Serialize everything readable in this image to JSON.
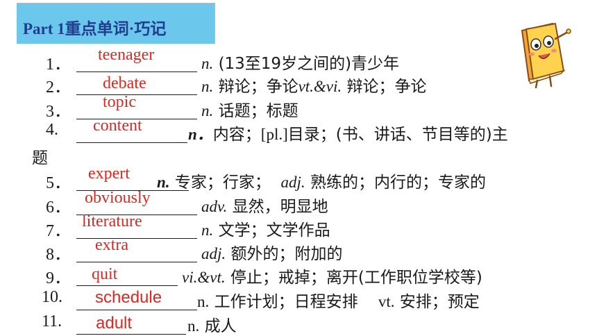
{
  "header": {
    "title": "Part 1重点单词·巧记",
    "bg_color": "#6cc7ec",
    "title_color": "#1f3d8f"
  },
  "mascot": {
    "icon": "book-mascot-icon"
  },
  "answer_color": "#e0261e",
  "items": [
    {
      "num": "1．",
      "answer": "teenager",
      "pos": "n.",
      "meaning": "(13至19岁之间的)青少年"
    },
    {
      "num": "2．",
      "answer": "debate",
      "pos": "n.",
      "meaning": "辩论；争论",
      "pos2": "vt.&vi.",
      "meaning2": "辩论；争论"
    },
    {
      "num": "3．",
      "answer": "topic",
      "pos": "n.",
      "meaning": "话题；标题"
    },
    {
      "num": "4.",
      "answer": "content",
      "pos": "n．",
      "meaning_a": "内容；",
      "meaning_b": "[pl.]",
      "meaning_c": "目录；(书、讲话、节目等的)主",
      "continuation": "题"
    },
    {
      "num": "5．",
      "answer": "expert",
      "pos": "n.",
      "meaning": "专家；行家；",
      "pos2": "adj.",
      "meaning2": "熟练的；内行的；专家的"
    },
    {
      "num": "6．",
      "answer": "obviously",
      "pos": "adv.",
      "meaning": "显然，明显地"
    },
    {
      "num": "7．",
      "answer": "literature",
      "pos": "n.",
      "meaning": "文学；文学作品"
    },
    {
      "num": "8．",
      "answer": "extra",
      "pos": "adj.",
      "meaning": "额外的；附加的"
    },
    {
      "num": "9．",
      "answer": "quit",
      "pos": "vi.&vt.",
      "meaning": "停止；戒掉；离开(工作职位学校等)"
    },
    {
      "num": "10.",
      "answer": "schedule",
      "pos": "n.",
      "meaning": "工作计划；日程安排",
      "pos2": "vt.",
      "meaning2": "安排；预定"
    },
    {
      "num": "11.",
      "answer": "adult",
      "pos": "n.",
      "meaning": "成人"
    }
  ]
}
